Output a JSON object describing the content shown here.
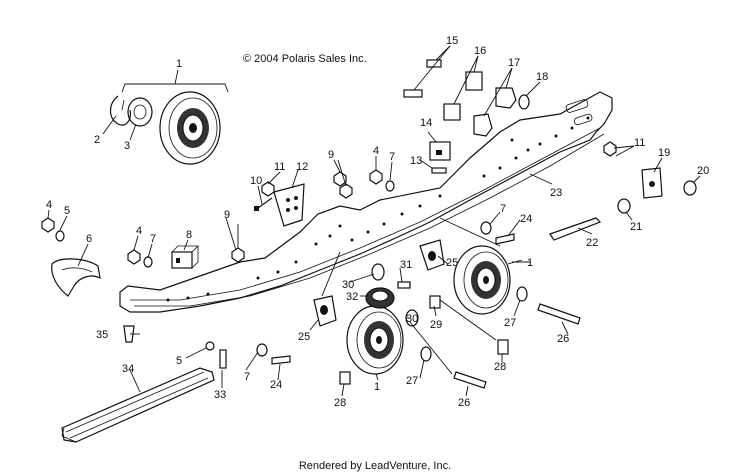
{
  "copyright": "© 2004 Polaris Sales Inc.",
  "rendered_by": "Rendered by LeadVenture, Inc.",
  "callouts": [
    {
      "id": "c1a",
      "text": "1"
    },
    {
      "id": "c2",
      "text": "2"
    },
    {
      "id": "c3",
      "text": "3"
    },
    {
      "id": "c4a",
      "text": "4"
    },
    {
      "id": "c5a",
      "text": "5"
    },
    {
      "id": "c6",
      "text": "6"
    },
    {
      "id": "c4b",
      "text": "4"
    },
    {
      "id": "c7a",
      "text": "7"
    },
    {
      "id": "c8",
      "text": "8"
    },
    {
      "id": "c9a",
      "text": "9"
    },
    {
      "id": "c10",
      "text": "10"
    },
    {
      "id": "c11a",
      "text": "11"
    },
    {
      "id": "c12",
      "text": "12"
    },
    {
      "id": "c9b",
      "text": "9"
    },
    {
      "id": "c4c",
      "text": "4"
    },
    {
      "id": "c7b",
      "text": "7"
    },
    {
      "id": "c13",
      "text": "13"
    },
    {
      "id": "c14",
      "text": "14"
    },
    {
      "id": "c15",
      "text": "15"
    },
    {
      "id": "c16",
      "text": "16"
    },
    {
      "id": "c17",
      "text": "17"
    },
    {
      "id": "c18",
      "text": "18"
    },
    {
      "id": "c11b",
      "text": "11"
    },
    {
      "id": "c19",
      "text": "19"
    },
    {
      "id": "c20",
      "text": "20"
    },
    {
      "id": "c21",
      "text": "21"
    },
    {
      "id": "c22",
      "text": "22"
    },
    {
      "id": "c23",
      "text": "23"
    },
    {
      "id": "c24a",
      "text": "24"
    },
    {
      "id": "c7c",
      "text": "7"
    },
    {
      "id": "c25a",
      "text": "25"
    },
    {
      "id": "c1b",
      "text": "1"
    },
    {
      "id": "c30a",
      "text": "30"
    },
    {
      "id": "c31",
      "text": "31"
    },
    {
      "id": "c32",
      "text": "32"
    },
    {
      "id": "c30b",
      "text": "30"
    },
    {
      "id": "c29",
      "text": "29"
    },
    {
      "id": "c27a",
      "text": "27"
    },
    {
      "id": "c26a",
      "text": "26"
    },
    {
      "id": "c28a",
      "text": "28"
    },
    {
      "id": "c25b",
      "text": "25"
    },
    {
      "id": "c35",
      "text": "35"
    },
    {
      "id": "c5b",
      "text": "5"
    },
    {
      "id": "c7d",
      "text": "7"
    },
    {
      "id": "c24b",
      "text": "24"
    },
    {
      "id": "c33",
      "text": "33"
    },
    {
      "id": "c34",
      "text": "34"
    },
    {
      "id": "c1c",
      "text": "1"
    },
    {
      "id": "c27b",
      "text": "27"
    },
    {
      "id": "c28b",
      "text": "28"
    },
    {
      "id": "c26b",
      "text": "26"
    }
  ]
}
